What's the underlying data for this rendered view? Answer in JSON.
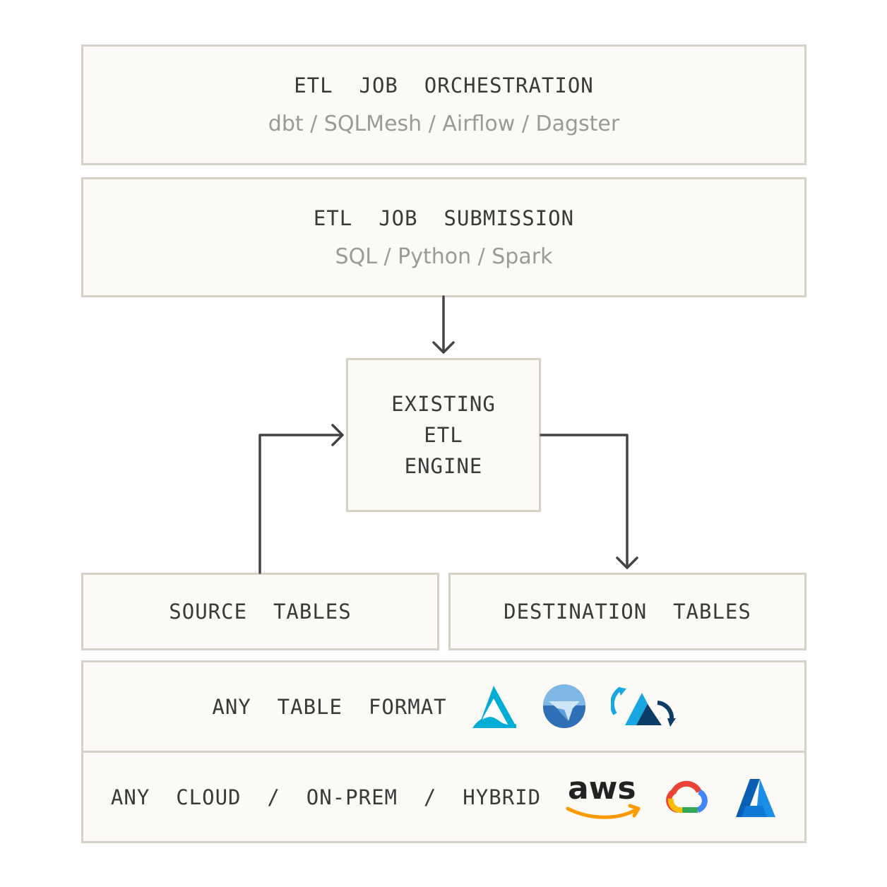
{
  "orchestration": {
    "title": "ETL  JOB  ORCHESTRATION",
    "tools": "dbt / SQLMesh / Airflow / Dagster"
  },
  "submission": {
    "title": "ETL  JOB  SUBMISSION",
    "tools": "SQL / Python / Spark"
  },
  "engine": {
    "lines": [
      "EXISTING",
      "ETL",
      "ENGINE"
    ]
  },
  "source": {
    "title": "SOURCE  TABLES"
  },
  "destination": {
    "title": "DESTINATION  TABLES"
  },
  "table_format": {
    "title": "ANY  TABLE  FORMAT",
    "logos": [
      "delta-lake-logo",
      "apache-iceberg-logo",
      "apache-hudi-logo"
    ]
  },
  "cloud": {
    "title": "ANY  CLOUD  /  ON-PREM  /  HYBRID",
    "logos": [
      "aws-logo",
      "google-cloud-logo",
      "azure-logo"
    ],
    "aws_text": "aws"
  },
  "colors": {
    "box_fill": "#fbfaf6",
    "box_border": "#d6d1c6",
    "text": "#3a3a3a",
    "subtext": "#9b9a94",
    "arrow": "#444444"
  }
}
